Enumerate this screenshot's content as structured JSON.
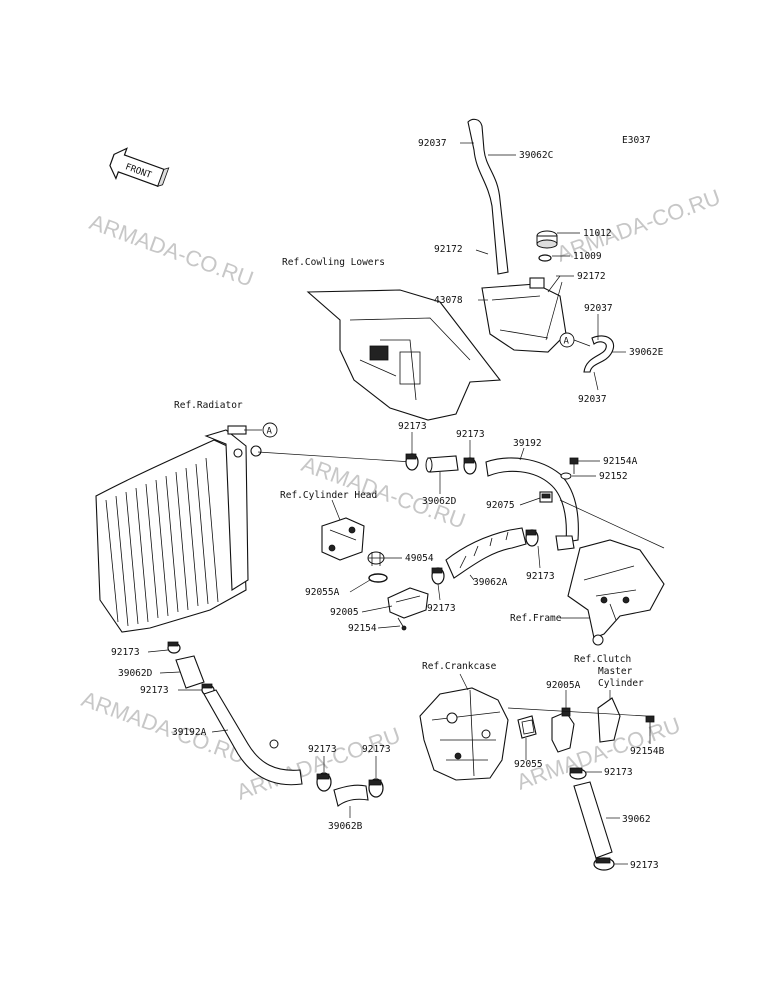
{
  "diagram_code": "E3037",
  "front_arrow_label": "FRONT",
  "callout_letter": "A",
  "watermark": "ARMADA-CO.RU",
  "references": {
    "cowling_lowers": "Ref.Cowling Lowers",
    "radiator": "Ref.Radiator",
    "cylinder_head": "Ref.Cylinder Head",
    "frame": "Ref.Frame",
    "crankcase": "Ref.Crankcase",
    "clutch_line1": "Ref.Clutch",
    "clutch_line2": "Master",
    "clutch_line3": "Cylinder"
  },
  "parts": {
    "p92037_top": "92037",
    "p39062C": "39062C",
    "p11012": "11012",
    "p11009": "11009",
    "p92172_left": "92172",
    "p92172_right": "92172",
    "p43078": "43078",
    "p92037_mid": "92037",
    "p39062E": "39062E",
    "p92037_low": "92037",
    "p92173_a": "92173",
    "p92173_b": "92173",
    "p39192": "39192",
    "p92154A": "92154A",
    "p92152": "92152",
    "p39062D_top": "39062D",
    "p92075": "92075",
    "p49054": "49054",
    "p92055A": "92055A",
    "p92005": "92005",
    "p92154": "92154",
    "p92173_c": "92173",
    "p39062A": "39062A",
    "p92173_d": "92173",
    "p92173_e": "92173",
    "p39062D_left": "39062D",
    "p92173_f": "92173",
    "p39192A": "39192A",
    "p92173_g": "92173",
    "p92173_h": "92173",
    "p39062B": "39062B",
    "p92005A": "92005A",
    "p92154B": "92154B",
    "p92055": "92055",
    "p92173_i": "92173",
    "p39062": "39062",
    "p92173_j": "92173"
  }
}
